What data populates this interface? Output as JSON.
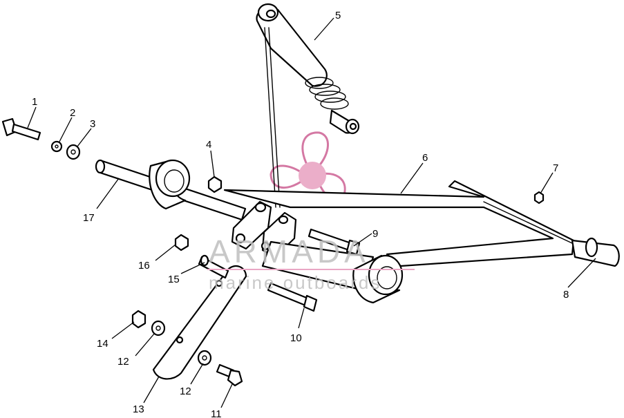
{
  "callouts": [
    {
      "id": "1",
      "label": "1"
    },
    {
      "id": "2",
      "label": "2"
    },
    {
      "id": "3",
      "label": "3"
    },
    {
      "id": "4",
      "label": "4"
    },
    {
      "id": "5",
      "label": "5"
    },
    {
      "id": "6",
      "label": "6"
    },
    {
      "id": "7",
      "label": "7"
    },
    {
      "id": "8",
      "label": "8"
    },
    {
      "id": "9",
      "label": "9"
    },
    {
      "id": "10",
      "label": "10"
    },
    {
      "id": "11",
      "label": "11"
    },
    {
      "id": "12a",
      "label": "12"
    },
    {
      "id": "12b",
      "label": "12"
    },
    {
      "id": "13",
      "label": "13"
    },
    {
      "id": "14",
      "label": "14"
    },
    {
      "id": "15",
      "label": "15"
    },
    {
      "id": "16",
      "label": "16"
    },
    {
      "id": "17",
      "label": "17"
    }
  ],
  "watermark": {
    "brand": "ARMADA",
    "subtitle": "marine outboards",
    "logo_color": "#e9a6c4",
    "logo_line_color": "#d06a9a"
  }
}
